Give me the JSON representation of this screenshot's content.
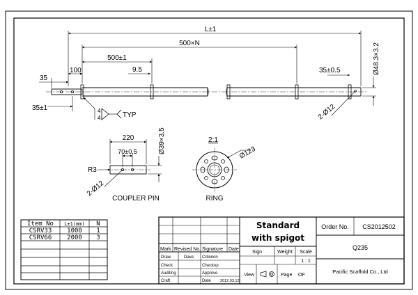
{
  "dimensions": {
    "overall_length": "L±1",
    "spacing_n": "500×N",
    "first_spacing": "500±1",
    "ring_offset": "9.5",
    "end_offset": "35",
    "pin_offset": "100",
    "bottom_offset": "35±1",
    "tube_dia": "Ø48.3×3.2",
    "hole_note": "2-Ø12",
    "left_weld": "35±0.5",
    "typ_symbol_top": "4",
    "typ_symbol_bottom": "4",
    "typ_label": "TYP"
  },
  "coupler_pin": {
    "length": "220",
    "hole_spacing": "70±0.5",
    "diameter": "Ø39×3.5",
    "radius": "R3",
    "hole_note": "2-Ø12",
    "caption": "COUPLER PIN"
  },
  "ring": {
    "scale": "2:1",
    "diameter": "Ø123",
    "caption": "RING"
  },
  "item_table": {
    "headers": [
      "Item No",
      "L±1(mm)",
      "N"
    ],
    "rows": [
      [
        "CSRV33",
        "1000",
        "1"
      ],
      [
        "CSRV66",
        "2000",
        "3"
      ]
    ]
  },
  "title_block": {
    "title_line1": "Standard",
    "title_line2": "with spigot",
    "order_label": "Order No.",
    "order_no": "CS2012502",
    "material": "Q235",
    "company": "Pacific Scaffold Co., Ltd",
    "sign_label": "Sign",
    "weight_label": "Weight",
    "scale_label": "Scale",
    "scale_value": "1 : 1",
    "view_label": "View",
    "page_label": "Page",
    "page_value": "OF",
    "rev_headers": [
      "Mark",
      "Revised No.",
      "Signature",
      "Date"
    ],
    "roles_left": [
      "Draw",
      "Check",
      "Auditing",
      "Craft"
    ],
    "roles_mid": [
      "Criterion",
      "Checkup",
      "Approve",
      "Date"
    ],
    "draw_name": "Dave",
    "date_value": "2012.03.12"
  }
}
